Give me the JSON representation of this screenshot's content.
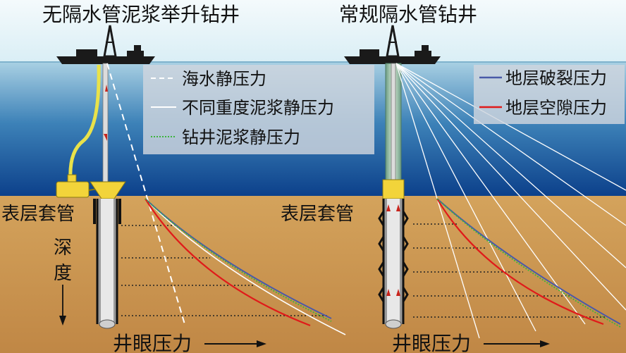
{
  "titles": {
    "left": "无隔水管泥浆举升钻井",
    "right": "常规隔水管钻井"
  },
  "legend_left": {
    "items": [
      {
        "label": "海水静压力",
        "color": "#ffffff",
        "style": "dashed"
      },
      {
        "label": "不同重度泥浆静压力",
        "color": "#ffffff",
        "style": "solid"
      },
      {
        "label": "钻井泥浆静压力",
        "color": "#3cb43c",
        "style": "dotted"
      }
    ]
  },
  "legend_right": {
    "items": [
      {
        "label": "地层破裂压力",
        "color": "#4a5aa8",
        "style": "solid"
      },
      {
        "label": "地层空隙压力",
        "color": "#e01a1a",
        "style": "solid"
      }
    ]
  },
  "labels": {
    "casing_left": "表层套管",
    "casing_right": "表层套管",
    "depth_axis": "深度",
    "pressure_axis_left": "井眼压力",
    "pressure_axis_right": "井眼压力"
  },
  "colors": {
    "sky": "#e6f3f7",
    "sea_top": "#9ec7dd",
    "sea_bottom": "#0a3e86",
    "seabed": "#c7924e",
    "fracture_line": "#4a5aa8",
    "pore_line": "#e01a1a",
    "mud_line": "#3cb43c",
    "yellow_equipment": "#f2d43a"
  }
}
